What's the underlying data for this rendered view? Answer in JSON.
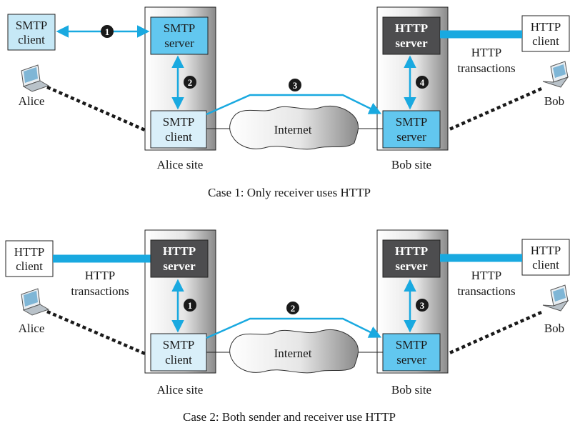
{
  "colors": {
    "smtp_server": "#62c7ef",
    "smtp_client_site": "#d9eff9",
    "smtp_client_user": "#c6e8f6",
    "http_server": "#4d4d4f",
    "link": "#19a9e0",
    "site_shade": "#8f8f8f"
  },
  "case1": {
    "caption": "Case 1: Only receiver uses HTTP",
    "user_box": [
      "SMTP",
      "client"
    ],
    "server_box_left": [
      "SMTP",
      "server"
    ],
    "client_box_left": [
      "SMTP",
      "client"
    ],
    "server_box_right": [
      "HTTP",
      "server"
    ],
    "smtp_server_right": [
      "SMTP",
      "server"
    ],
    "user_box_right": [
      "HTTP",
      "client"
    ],
    "http_label": [
      "HTTP",
      "transactions"
    ],
    "alice": "Alice",
    "bob": "Bob",
    "internet": "Internet",
    "site_left": "Alice site",
    "site_right": "Bob site",
    "steps": [
      "1",
      "2",
      "3",
      "4"
    ]
  },
  "case2": {
    "caption": "Case 2: Both sender and receiver use HTTP",
    "user_box_left": [
      "HTTP",
      "client"
    ],
    "http_label_left": [
      "HTTP",
      "transactions"
    ],
    "server_box_left": [
      "HTTP",
      "server"
    ],
    "client_box_left": [
      "SMTP",
      "client"
    ],
    "server_box_right": [
      "HTTP",
      "server"
    ],
    "smtp_server_right": [
      "SMTP",
      "server"
    ],
    "user_box_right": [
      "HTTP",
      "client"
    ],
    "http_label_right": [
      "HTTP",
      "transactions"
    ],
    "alice": "Alice",
    "bob": "Bob",
    "internet": "Internet",
    "site_left": "Alice site",
    "site_right": "Bob site",
    "steps": [
      "1",
      "2",
      "3"
    ]
  }
}
